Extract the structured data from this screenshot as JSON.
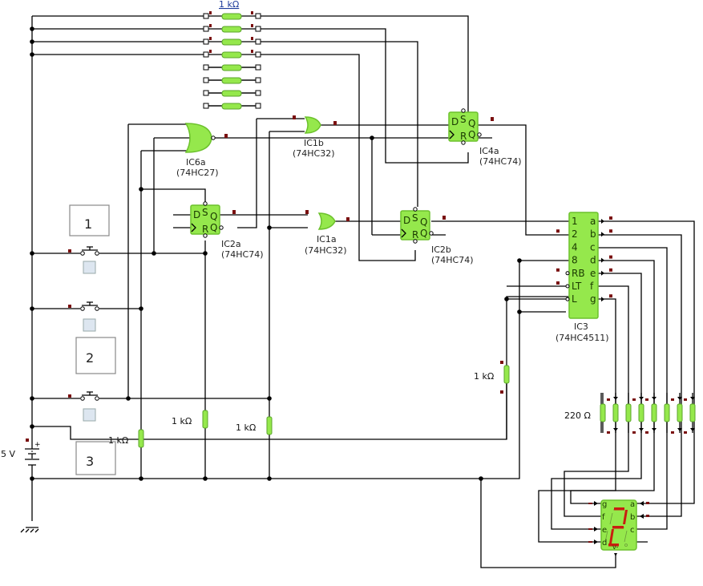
{
  "title_resistor_link": "1 kΩ",
  "supply": {
    "label": "5 V"
  },
  "buttons": [
    {
      "id": "1",
      "label": "1"
    },
    {
      "id": "2",
      "label": "2"
    },
    {
      "id": "3",
      "label": "3"
    }
  ],
  "components": {
    "ic6a": {
      "name": "IC6a",
      "part": "(74HC27)"
    },
    "ic1b": {
      "name": "IC1b",
      "part": "(74HC32)"
    },
    "ic4a": {
      "name": "IC4a",
      "part": "(74HC74)"
    },
    "ic2a": {
      "name": "IC2a",
      "part": "(74HC74)"
    },
    "ic1a": {
      "name": "IC1a",
      "part": "(74HC32)"
    },
    "ic2b": {
      "name": "IC2b",
      "part": "(74HC74)"
    },
    "ic3": {
      "name": "IC3",
      "part": "(74HC4511)"
    }
  },
  "flipflop_pins": {
    "d": "D",
    "s": "S",
    "q": "Q",
    "r": "R",
    "qn": "Q"
  },
  "ic3_pins": {
    "left": [
      "1",
      "2",
      "4",
      "8",
      "RB",
      "LT",
      "L"
    ],
    "right": [
      "a",
      "b",
      "c",
      "d",
      "e",
      "f",
      "g"
    ]
  },
  "resistors": {
    "r_switch1": "1 kΩ",
    "r_switch2": "1 kΩ",
    "r_switch3": "1 kΩ",
    "r_rb": "1 kΩ",
    "r_segments": "220 Ω"
  },
  "display": {
    "pins_left": [
      "g",
      "f",
      "e",
      "d"
    ],
    "pins_right": [
      "a",
      "b",
      "c"
    ],
    "common": "v-",
    "shown_digit": "2",
    "colors": {
      "segment_on": "#c81e10",
      "body": "#95e84c"
    }
  },
  "colors": {
    "component_green": "#95e84c",
    "probe": "#7a1010",
    "wire": "#000000"
  }
}
